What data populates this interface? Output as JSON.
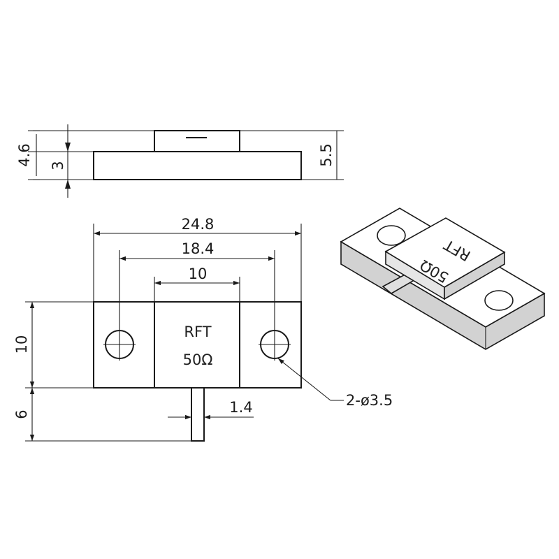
{
  "side_view": {
    "dim_total_height": "4.6",
    "dim_base_height": "3",
    "dim_right_height": "5.5"
  },
  "top_view": {
    "dim_overall_width": "24.8",
    "dim_hole_spacing": "18.4",
    "dim_chip_width": "10",
    "dim_height": "10",
    "dim_lead_length": "6",
    "dim_lead_width": "1.4",
    "hole_callout": "2-ø3.5",
    "chip_label_line1": "RFT",
    "chip_label_line2": "50Ω"
  },
  "iso_view": {
    "chip_label_line1": "RFT",
    "chip_label_line2": "50Ω"
  },
  "colors": {
    "line": "#1a1a1a",
    "background": "#ffffff",
    "iso_top_face": "#ffffff",
    "iso_side_face": "#e6e6e6",
    "iso_front_face": "#d2d2d2"
  }
}
